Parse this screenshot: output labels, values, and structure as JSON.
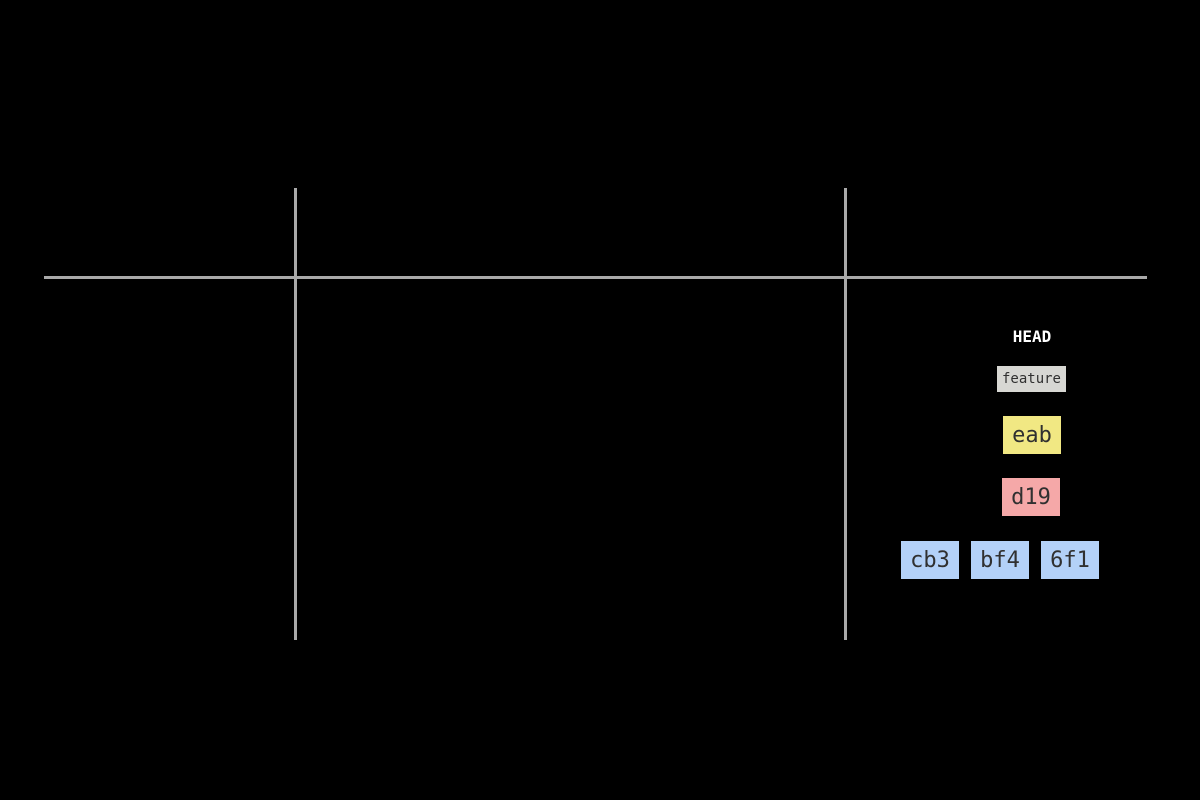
{
  "diagram": {
    "background": "#000000",
    "grid_line_color": "#a9a9a9",
    "grid": {
      "columns": 3,
      "has_header_rule": true
    },
    "head": {
      "label": "HEAD",
      "color": "#ffffff"
    },
    "branch": {
      "label": "feature",
      "bg": "#d7d7d3",
      "text_color": "#303030"
    },
    "commits": {
      "stack": [
        {
          "id": "eab",
          "bg": "#f1e883"
        },
        {
          "id": "d19",
          "bg": "#f5a8a8"
        }
      ],
      "row": [
        {
          "id": "cb3",
          "bg": "#b3d1f8"
        },
        {
          "id": "bf4",
          "bg": "#b3d1f8"
        },
        {
          "id": "6f1",
          "bg": "#b3d1f8"
        }
      ]
    }
  }
}
